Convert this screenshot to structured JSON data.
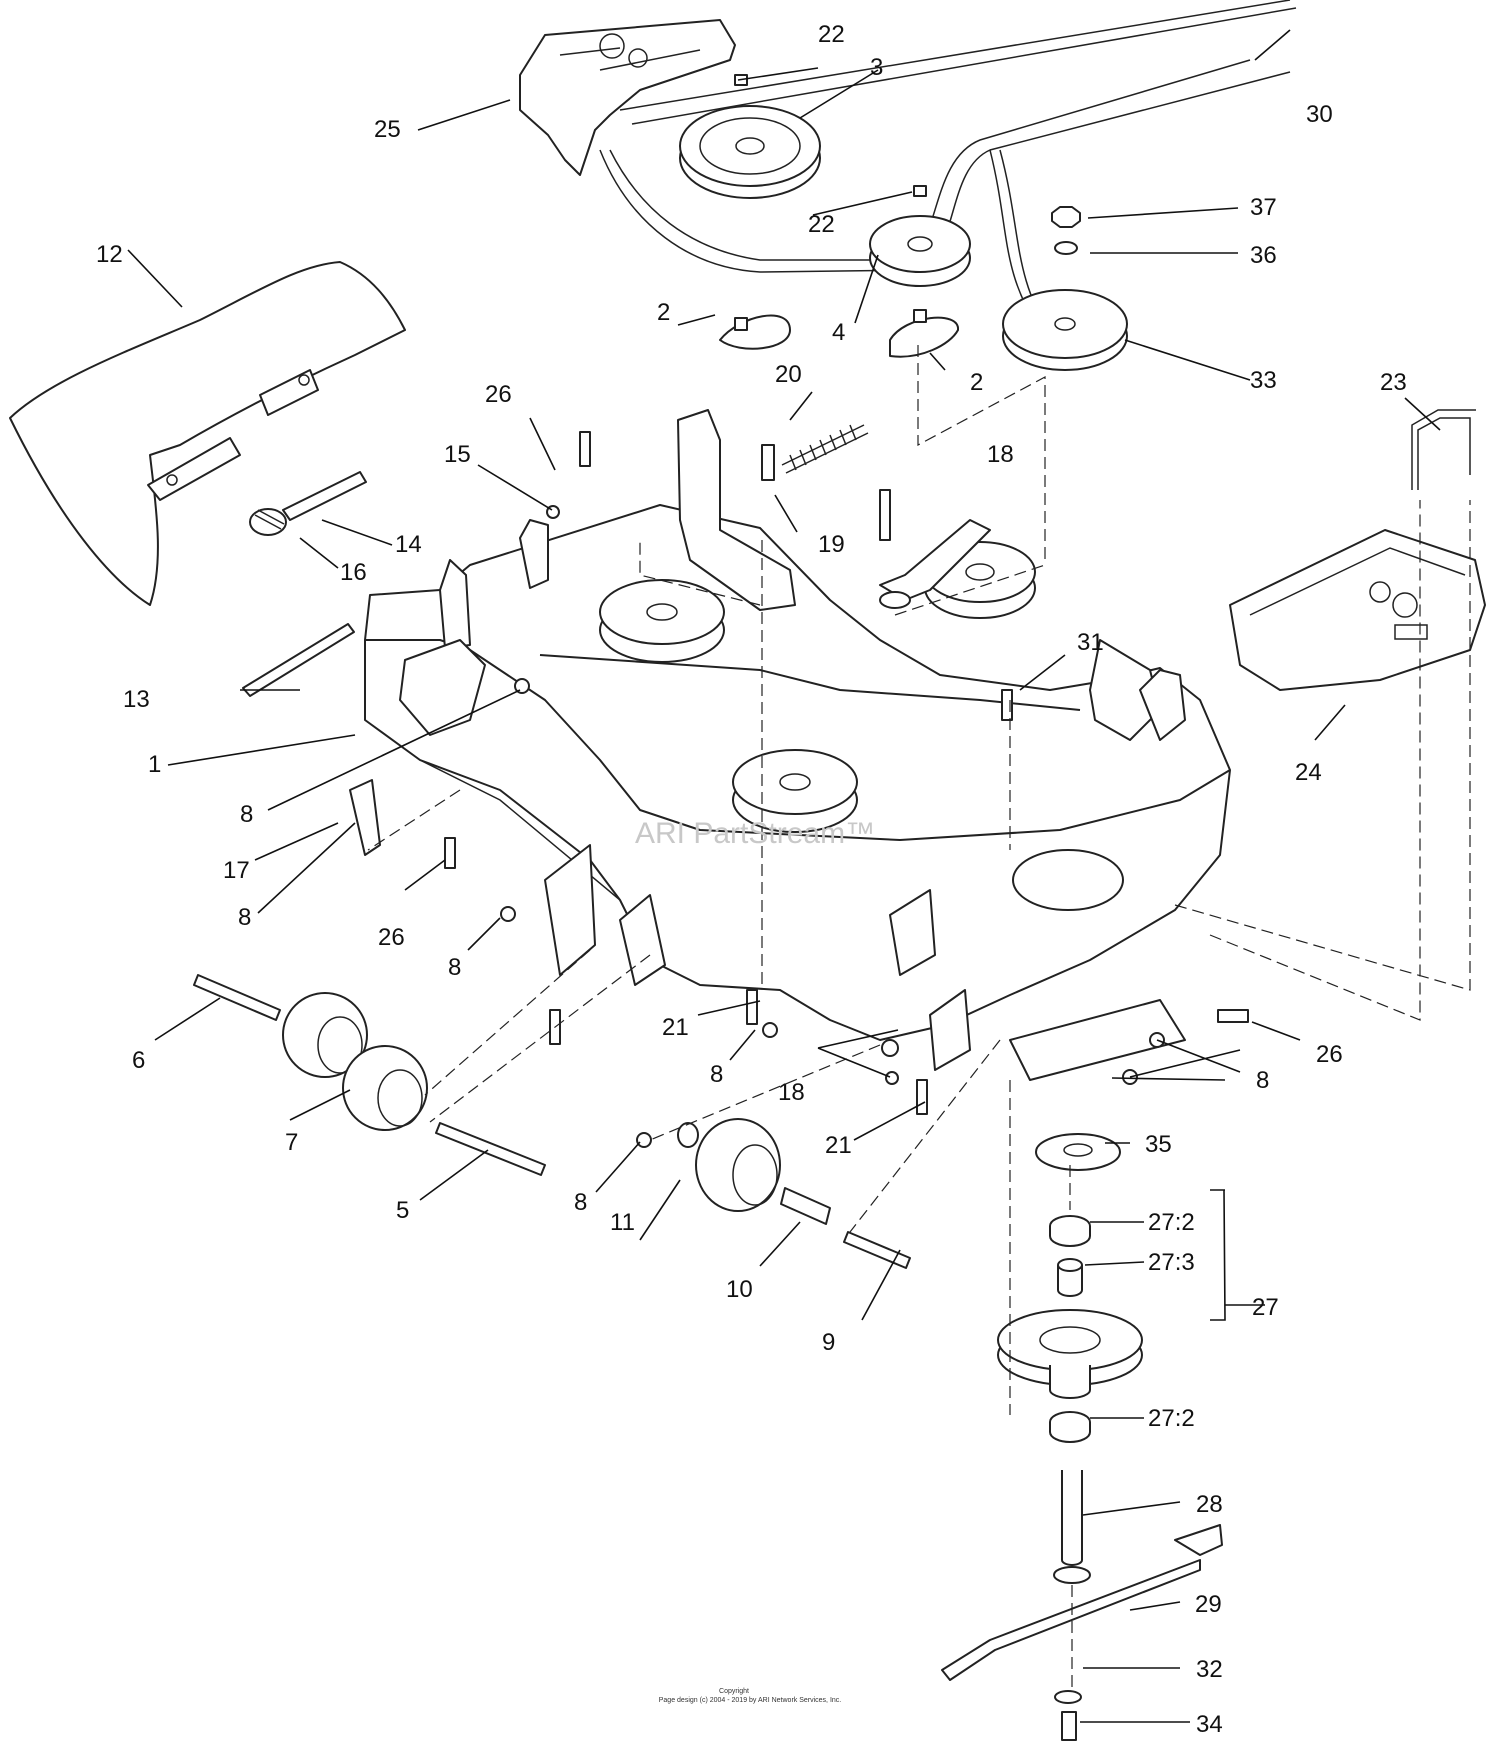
{
  "watermark": "ARI PartStream™",
  "footer": {
    "line1": "Copyright",
    "line2": "Page design (c) 2004 - 2019 by ARI Network Services, Inc."
  },
  "callouts": [
    {
      "id": "c1",
      "label": "1"
    },
    {
      "id": "c2a",
      "label": "2"
    },
    {
      "id": "c2b",
      "label": "2"
    },
    {
      "id": "c3",
      "label": "3"
    },
    {
      "id": "c4",
      "label": "4"
    },
    {
      "id": "c5",
      "label": "5"
    },
    {
      "id": "c6",
      "label": "6"
    },
    {
      "id": "c7",
      "label": "7"
    },
    {
      "id": "c8a",
      "label": "8"
    },
    {
      "id": "c8b",
      "label": "8"
    },
    {
      "id": "c8c",
      "label": "8"
    },
    {
      "id": "c8d",
      "label": "8"
    },
    {
      "id": "c8e",
      "label": "8"
    },
    {
      "id": "c8f",
      "label": "8"
    },
    {
      "id": "c9",
      "label": "9"
    },
    {
      "id": "c10",
      "label": "10"
    },
    {
      "id": "c11",
      "label": "11"
    },
    {
      "id": "c12",
      "label": "12"
    },
    {
      "id": "c13",
      "label": "13"
    },
    {
      "id": "c14",
      "label": "14"
    },
    {
      "id": "c15",
      "label": "15"
    },
    {
      "id": "c16",
      "label": "16"
    },
    {
      "id": "c17",
      "label": "17"
    },
    {
      "id": "c18a",
      "label": "18"
    },
    {
      "id": "c18b",
      "label": "18"
    },
    {
      "id": "c19",
      "label": "19"
    },
    {
      "id": "c20",
      "label": "20"
    },
    {
      "id": "c21a",
      "label": "21"
    },
    {
      "id": "c21b",
      "label": "21"
    },
    {
      "id": "c22a",
      "label": "22"
    },
    {
      "id": "c22b",
      "label": "22"
    },
    {
      "id": "c23",
      "label": "23"
    },
    {
      "id": "c24",
      "label": "24"
    },
    {
      "id": "c25",
      "label": "25"
    },
    {
      "id": "c26a",
      "label": "26"
    },
    {
      "id": "c26b",
      "label": "26"
    },
    {
      "id": "c26c",
      "label": "26"
    },
    {
      "id": "c27",
      "label": "27"
    },
    {
      "id": "c27_2a",
      "label": "27:2"
    },
    {
      "id": "c27_3",
      "label": "27:3"
    },
    {
      "id": "c27_2b",
      "label": "27:2"
    },
    {
      "id": "c28",
      "label": "28"
    },
    {
      "id": "c29",
      "label": "29"
    },
    {
      "id": "c30",
      "label": "30"
    },
    {
      "id": "c31",
      "label": "31"
    },
    {
      "id": "c32",
      "label": "32"
    },
    {
      "id": "c33",
      "label": "33"
    },
    {
      "id": "c34",
      "label": "34"
    },
    {
      "id": "c35",
      "label": "35"
    },
    {
      "id": "c36",
      "label": "36"
    },
    {
      "id": "c37",
      "label": "37"
    }
  ]
}
